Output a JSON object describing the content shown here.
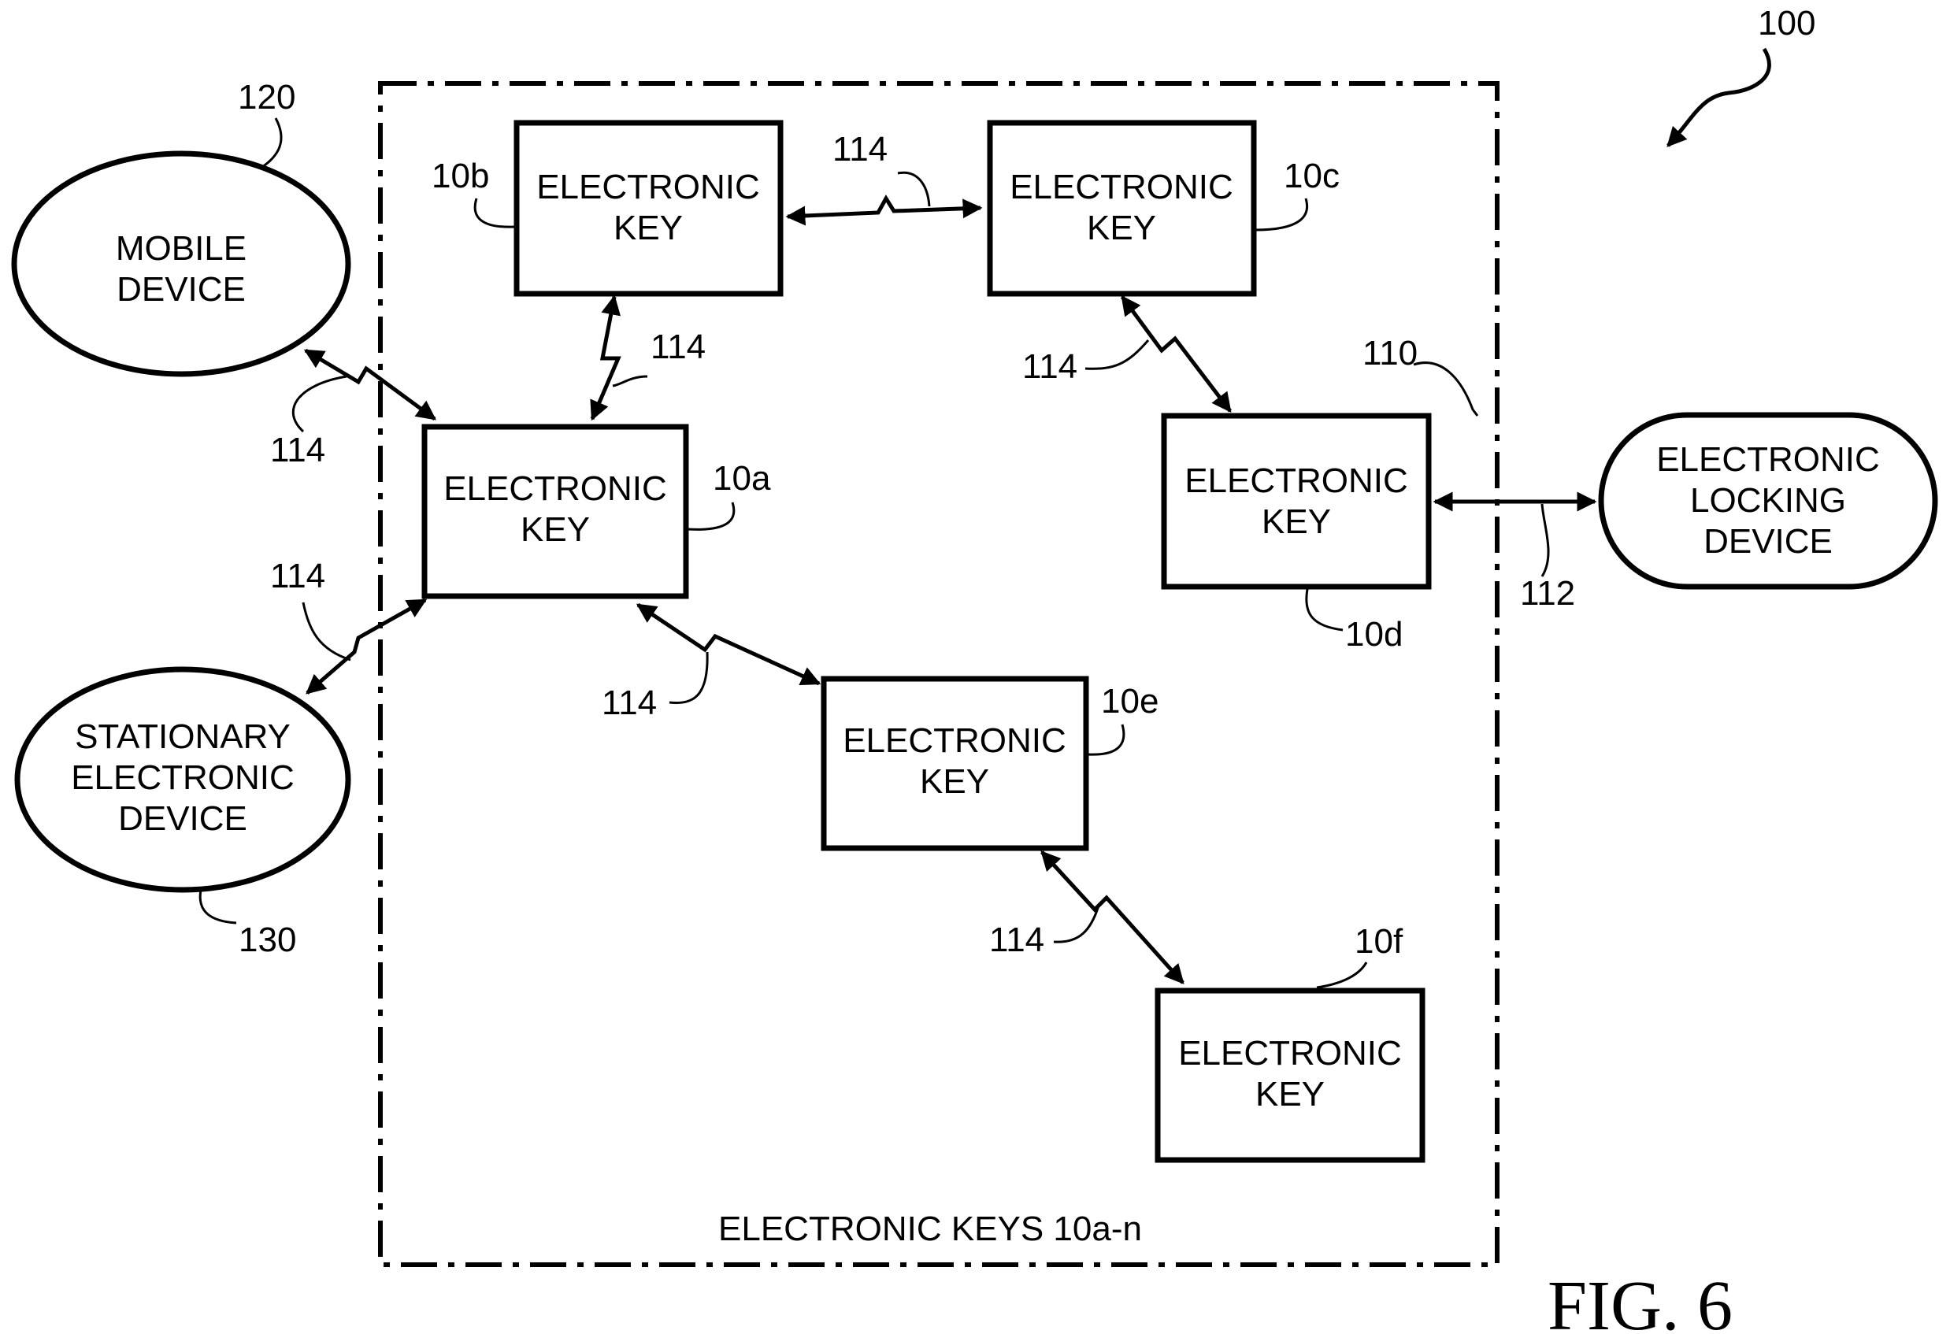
{
  "figure": {
    "label": "FIG. 6",
    "system_ref": "100"
  },
  "group": {
    "label": "ELECTRONIC KEYS 10a-n"
  },
  "keys": [
    {
      "id": "10a",
      "line1": "ELECTRONIC",
      "line2": "KEY"
    },
    {
      "id": "10b",
      "line1": "ELECTRONIC",
      "line2": "KEY"
    },
    {
      "id": "10c",
      "line1": "ELECTRONIC",
      "line2": "KEY"
    },
    {
      "id": "10d",
      "line1": "ELECTRONIC",
      "line2": "KEY"
    },
    {
      "id": "10e",
      "line1": "ELECTRONIC",
      "line2": "KEY"
    },
    {
      "id": "10f",
      "line1": "ELECTRONIC",
      "line2": "KEY"
    }
  ],
  "devices": {
    "mobile": {
      "ref": "120",
      "line1": "MOBILE",
      "line2": "DEVICE"
    },
    "stationary": {
      "ref": "130",
      "line1": "STATIONARY",
      "line2": "ELECTRONIC",
      "line3": "DEVICE"
    },
    "locking": {
      "ref": "110",
      "line1": "ELECTRONIC",
      "line2": "LOCKING",
      "line3": "DEVICE"
    }
  },
  "links": {
    "wireless_ref": "114",
    "wired_ref": "112"
  }
}
